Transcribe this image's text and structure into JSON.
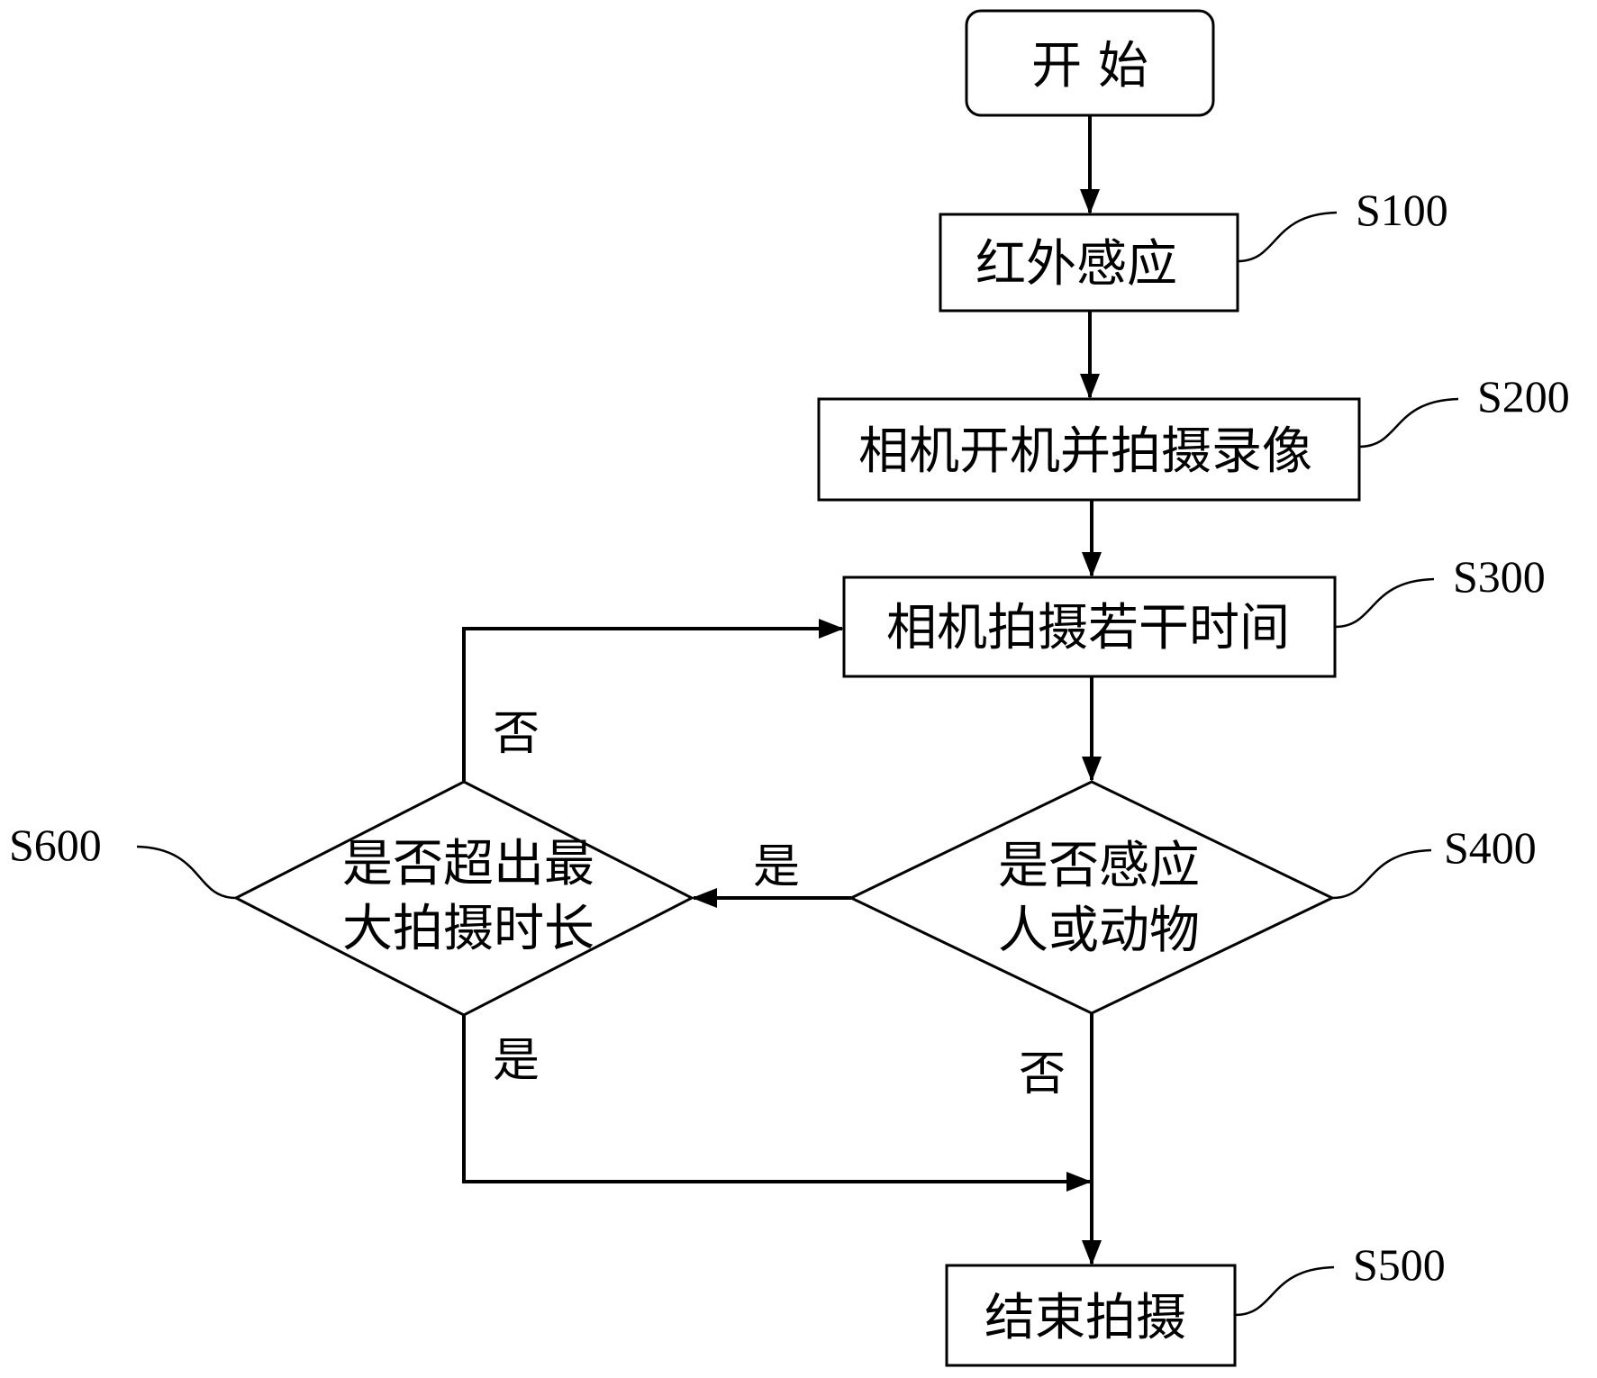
{
  "nodes": {
    "start": {
      "text": "开 始"
    },
    "s100": {
      "text": "红外感应",
      "label": "S100"
    },
    "s200": {
      "text": "相机开机并拍摄录像",
      "label": "S200"
    },
    "s300": {
      "text": "相机拍摄若干时间",
      "label": "S300"
    },
    "s400": {
      "line1": "是否感应",
      "line2": "人或动物",
      "label": "S400"
    },
    "s600": {
      "line1": "是否超出最",
      "line2": "大拍摄时长",
      "label": "S600"
    },
    "s500": {
      "text": "结束拍摄",
      "label": "S500"
    }
  },
  "branches": {
    "s400_yes": "是",
    "s400_no": "否",
    "s600_yes": "是",
    "s600_no": "否"
  }
}
